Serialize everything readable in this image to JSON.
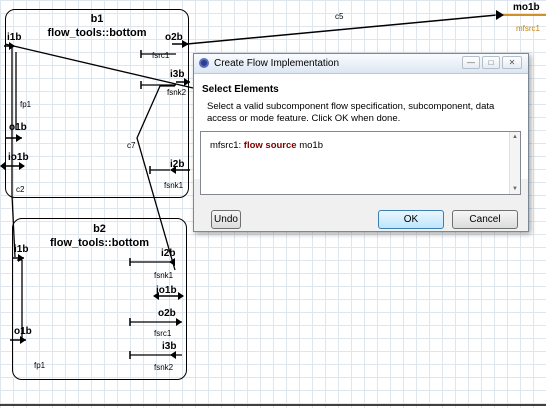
{
  "diagram": {
    "b1": {
      "name": "b1",
      "type": "flow_tools::bottom",
      "ports": {
        "i1b": "i1b",
        "o2b": "o2b",
        "fsrc1": "fsrc1",
        "i3b": "i3b",
        "fsnk2": "fsnk2",
        "o1b": "o1b",
        "io1b": "io1b",
        "i2b": "i2b",
        "fsnk1": "fsnk1"
      },
      "flow_fp1": "fp1",
      "conn_c2": "c2"
    },
    "b2": {
      "name": "b2",
      "type": "flow_tools::bottom",
      "ports": {
        "i1b": "i1b",
        "i2b": "i2b",
        "fsnk1": "fsnk1",
        "io1b": "io1b",
        "o2b": "o2b",
        "fsrc1": "fsrc1",
        "i3b": "i3b",
        "fsnk2": "fsnk2",
        "o1b": "o1b"
      },
      "flow_fp1": "fp1"
    },
    "top": {
      "mo1b": "mo1b",
      "mfsrc1": "mfsrc1",
      "c5": "c5",
      "c7": "c7"
    },
    "colors": {
      "grid": "#dfe6ee",
      "flow_orange": "#c9820a",
      "flow_kind": "#7f0000"
    }
  },
  "dialog": {
    "title": "Create Flow Implementation",
    "window_buttons": {
      "minimize": "—",
      "maximize": "□",
      "close": "✕"
    },
    "heading": "Select Elements",
    "message": "Select a valid subcomponent flow specification, subcomponent, data access or mode feature.  Click OK when done.",
    "list": {
      "items": [
        {
          "name": "mfsrc1:",
          "kind": "flow source",
          "port": "mo1b"
        }
      ]
    },
    "buttons": {
      "undo": "Undo",
      "ok": "OK",
      "cancel": "Cancel"
    }
  }
}
